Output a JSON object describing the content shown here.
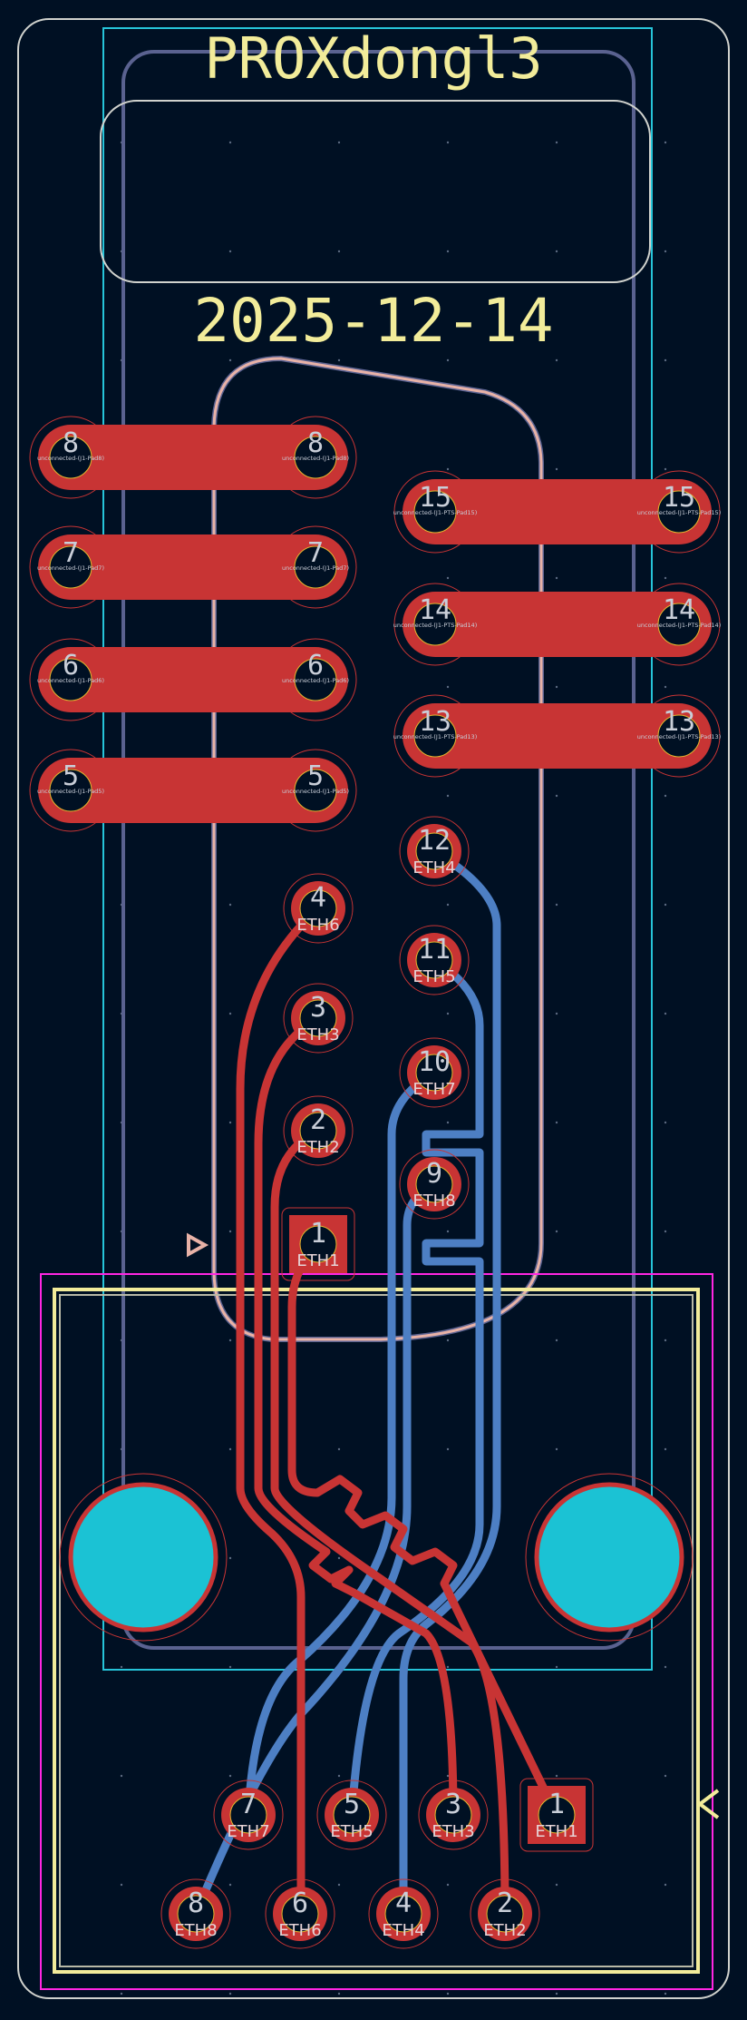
{
  "board": {
    "title": "PROXdongl3",
    "date": "2025-12-14"
  },
  "colors": {
    "background": "#001023",
    "copper_front": "#c83434",
    "copper_back": "#4d7fc4",
    "silkscreen": "#f2ec9a",
    "courtyard": "#ff26e2",
    "fabrication": "#e8b2a7",
    "drill_outline": "#e3b72e",
    "mounting_hole": "#1bc2d4",
    "edge_cuts": "#d0d2cd",
    "keepout": "#26c4d9"
  },
  "top_connector": {
    "slot_pads_left": [
      {
        "number": "8",
        "net": "unconnected-(J1-Pad8)"
      },
      {
        "number": "7",
        "net": "unconnected-(J1-Pad7)"
      },
      {
        "number": "6",
        "net": "unconnected-(J1-Pad6)"
      },
      {
        "number": "5",
        "net": "unconnected-(J1-Pad5)"
      }
    ],
    "slot_pads_right": [
      {
        "number": "15",
        "net": "unconnected-(J1-PTS-Pad15)"
      },
      {
        "number": "14",
        "net": "unconnected-(J1-PTS-Pad14)"
      },
      {
        "number": "13",
        "net": "unconnected-(J1-PTS-Pad13)"
      }
    ],
    "signal_pads_left": [
      {
        "number": "4",
        "net": "ETH6"
      },
      {
        "number": "3",
        "net": "ETH3"
      },
      {
        "number": "2",
        "net": "ETH2"
      },
      {
        "number": "1",
        "net": "ETH1",
        "shape": "square"
      }
    ],
    "signal_pads_right": [
      {
        "number": "12",
        "net": "ETH4"
      },
      {
        "number": "11",
        "net": "ETH5"
      },
      {
        "number": "10",
        "net": "ETH7"
      },
      {
        "number": "9",
        "net": "ETH8"
      }
    ]
  },
  "bottom_connector": {
    "row_top": [
      {
        "number": "7",
        "net": "ETH7"
      },
      {
        "number": "5",
        "net": "ETH5"
      },
      {
        "number": "3",
        "net": "ETH3"
      },
      {
        "number": "1",
        "net": "ETH1",
        "shape": "square"
      }
    ],
    "row_bottom": [
      {
        "number": "8",
        "net": "ETH8"
      },
      {
        "number": "6",
        "net": "ETH6"
      },
      {
        "number": "4",
        "net": "ETH4"
      },
      {
        "number": "2",
        "net": "ETH2"
      }
    ]
  }
}
